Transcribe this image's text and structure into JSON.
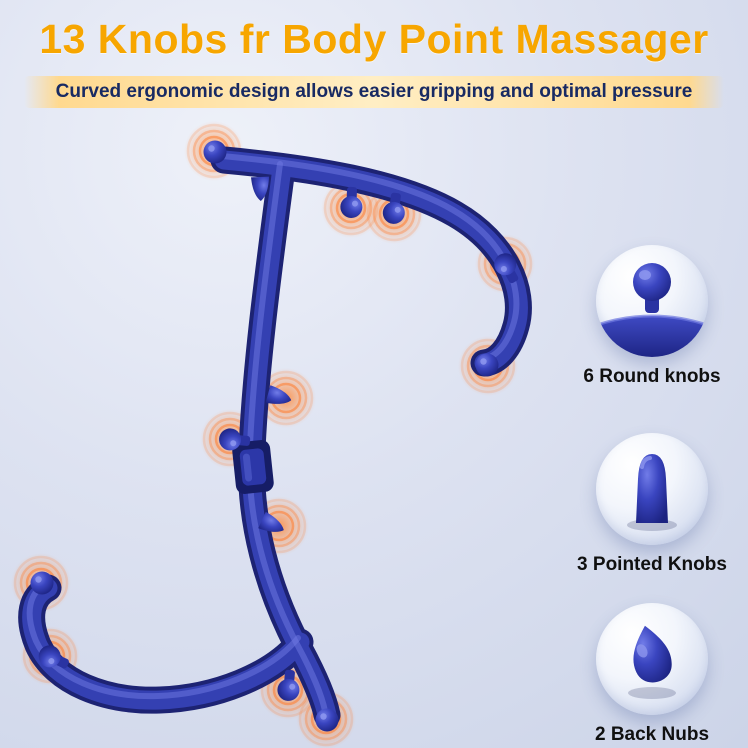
{
  "header": {
    "title": "13 Knobs fr Body Point Massager",
    "subtitle": "Curved ergonomic design allows easier gripping and optimal pressure"
  },
  "product": {
    "name": "13-knob S-shaped body point massager cane",
    "body_color": "#2F3AAE",
    "knob_glow_color": "#FF7C2E"
  },
  "callouts": [
    {
      "icon": "round-knob-icon",
      "label": "6 Round knobs"
    },
    {
      "icon": "pointed-knob-icon",
      "label": "3 Pointed Knobs"
    },
    {
      "icon": "back-nub-icon",
      "label": "2 Back Nubs"
    }
  ],
  "colors": {
    "title_orange": "#F7A600",
    "banner_yellow": "#FFEEC4",
    "banner_text_navy": "#182A63",
    "background": "#DCE1EF"
  }
}
